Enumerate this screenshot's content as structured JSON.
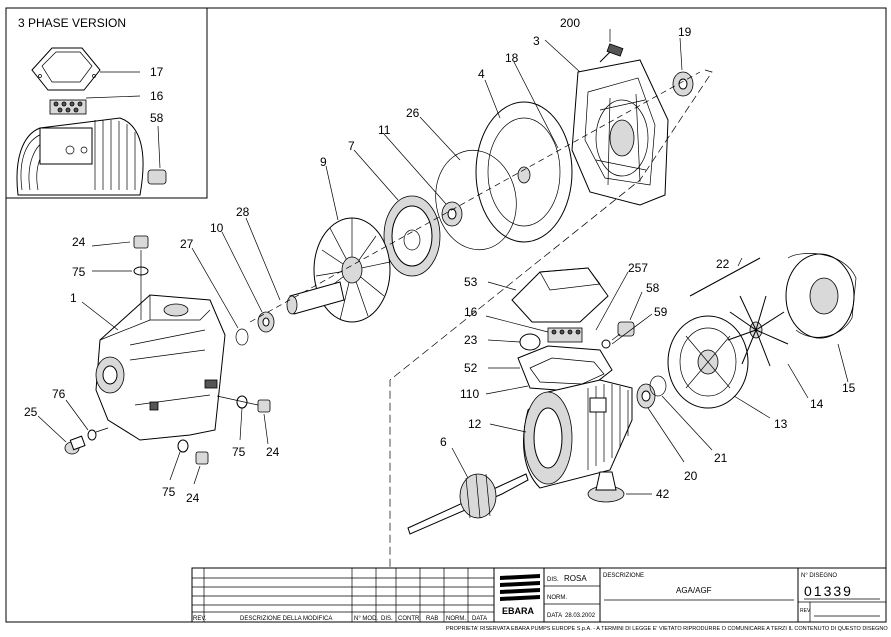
{
  "inset": {
    "title": "3 PHASE VERSION"
  },
  "parts": {
    "p17": "17",
    "p16_inset": "16",
    "p58_inset": "58",
    "p200": "200",
    "p3": "3",
    "p19": "19",
    "p18": "18",
    "p4": "4",
    "p26": "26",
    "p11": "11",
    "p7": "7",
    "p9": "9",
    "p28": "28",
    "p10": "10",
    "p27": "27",
    "p1": "1",
    "p24_top": "24",
    "p75_top": "75",
    "p76": "76",
    "p25": "25",
    "p75_mid": "75",
    "p24_mid": "24",
    "p75_bot": "75",
    "p24_bot": "24",
    "p53": "53",
    "p257": "257",
    "p22": "22",
    "p16": "16",
    "p58": "58",
    "p59": "59",
    "p23": "23",
    "p52": "52",
    "p110": "110",
    "p12": "12",
    "p6": "6",
    "p42": "42",
    "p15": "15",
    "p14": "14",
    "p13": "13",
    "p21": "21",
    "p20": "20"
  },
  "title_block": {
    "col_rev": "REV.",
    "col_desc": "DESCRIZIONE DELLA MODIFICA",
    "col_nmod": "N° MOD.",
    "col_dis": "DIS.",
    "col_contr": "CONTR.",
    "col_rab": "RAB",
    "col_norm": "NORM.",
    "col_data": "DATA",
    "brand": "EBARA",
    "dis_label": "DIS.",
    "dis_value": "ROSA",
    "norm_label": "NORM.",
    "data_label": "DATA",
    "data_value": "28.03.2002",
    "descr_label": "DESCRIZIONE",
    "descr_value": "AGA/AGF",
    "drawing_no_label": "N° DISEGNO",
    "drawing_no_value": "01339",
    "rev_label": "REV",
    "footer": "PROPRIETA' RISERVATA EBARA PUMPS EUROPE S.p.A. - A TERMINI DI LEGGE E' VIETATO RIPRODURRE O COMUNICARE A TERZI IL CONTENUTO DI QUESTO DISEGNO"
  }
}
